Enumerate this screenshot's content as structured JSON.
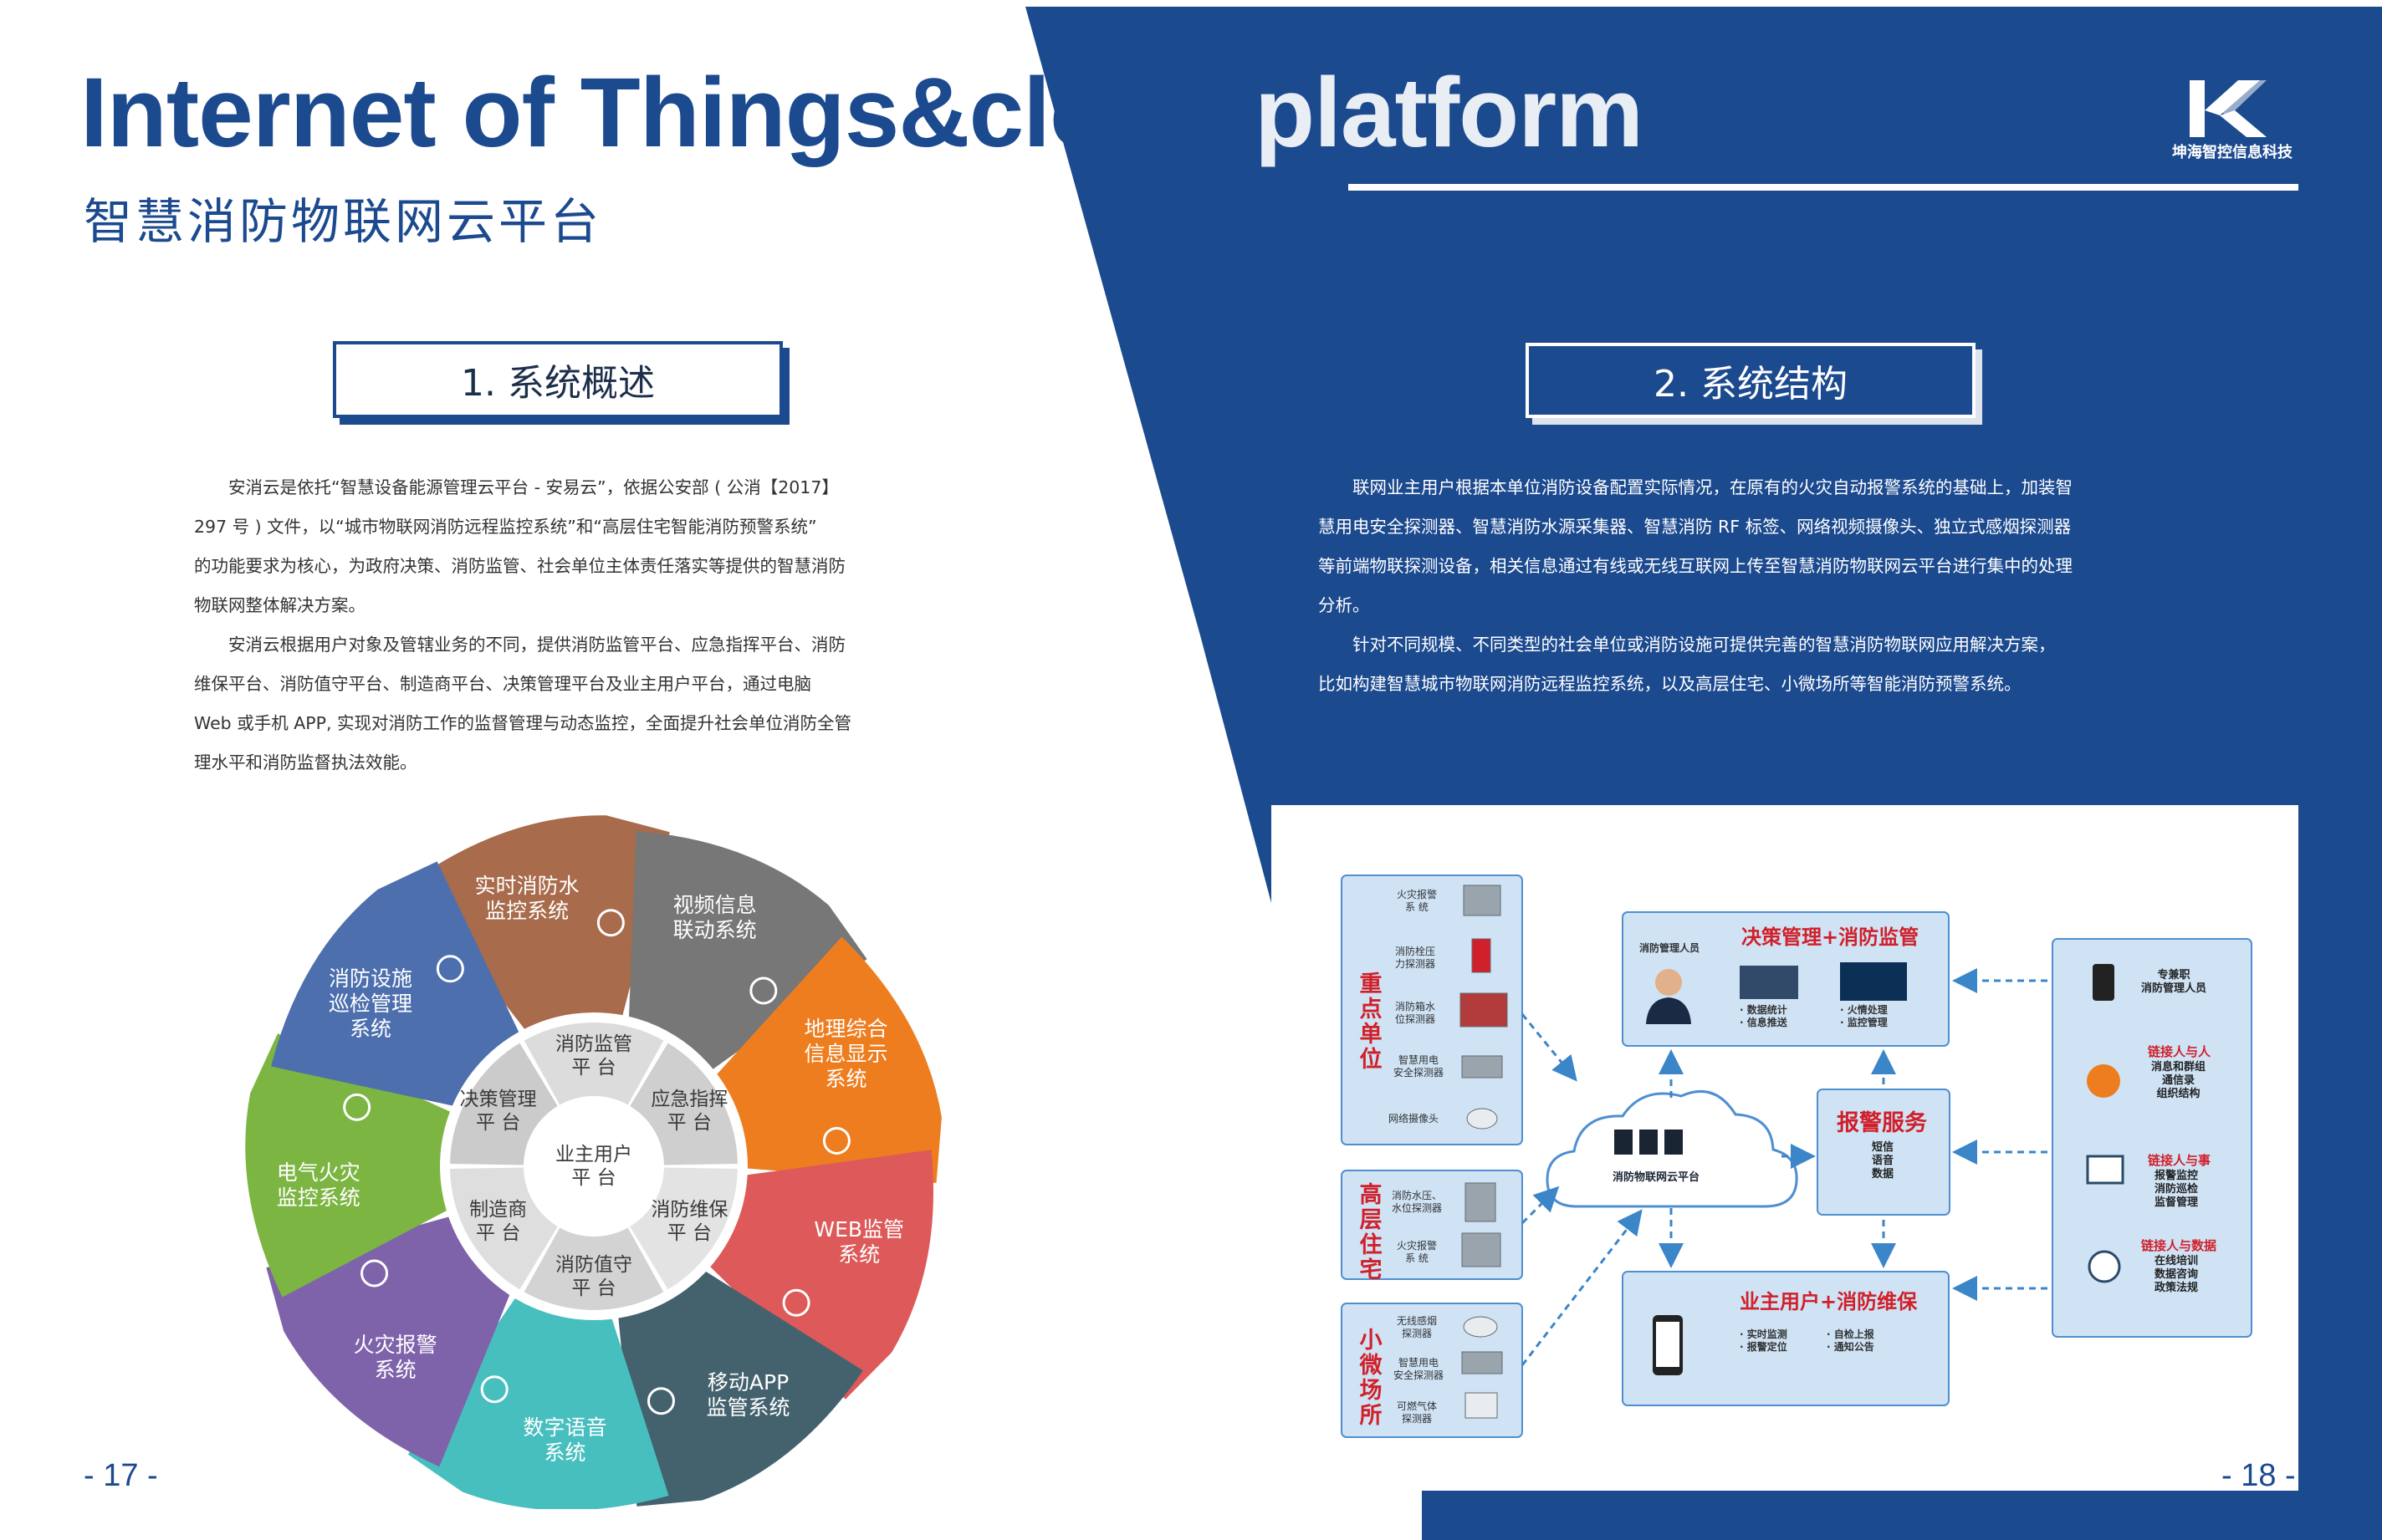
{
  "header": {
    "title_en_part1": "Internet of Things&cloud",
    "title_en_part2": " platform",
    "title_cn": "智慧消防物联网云平台",
    "logo_text": "坤海智控信息科技"
  },
  "left_page": {
    "section_title": "1. 系统概述",
    "para_lines": [
      "　　安消云是依托“智慧设备能源管理云平台 - 安易云”，依据公安部 ( 公消【2017】",
      "297 号 ) 文件，以“城市物联网消防远程监控系统”和“高层住宅智能消防预警系统”",
      "的功能要求为核心，为政府决策、消防监管、社会单位主体责任落实等提供的智慧消防",
      "物联网整体解决方案。",
      "　　安消云根据用户对象及管辖业务的不同，提供消防监管平台、应急指挥平台、消防",
      "维保平台、消防值守平台、制造商平台、决策管理平台及业主用户平台，通过电脑",
      "Web 或手机 APP, 实现对消防工作的监督管理与动态监控，全面提升社会单位消防全管",
      "理水平和消防监督执法效能。"
    ],
    "page_number": "- 17 -"
  },
  "wheel": {
    "outer": [
      {
        "label": "实时消防水\n监控系统",
        "icon": "fire-hydrant-icon",
        "color": "#a86b4b"
      },
      {
        "label": "视频信息\n联动系统",
        "icon": "share-nodes-icon",
        "color": "#777777"
      },
      {
        "label": "地理综合\n信息显示\n系统",
        "icon": "location-pin-icon",
        "color": "#ee7d1f"
      },
      {
        "label": "WEB监管\n系统",
        "icon": "globe-icon",
        "color": "#de5959"
      },
      {
        "label": "移动APP\n监管系统",
        "icon": "tablet-icon",
        "color": "#44626e"
      },
      {
        "label": "数字语音\n系统",
        "icon": "microphone-icon",
        "color": "#47bfbf"
      },
      {
        "label": "火灾报警\n系统",
        "icon": "alarm-bell-icon",
        "color": "#7e63ab"
      },
      {
        "label": "电气火灾\n监控系统",
        "icon": "power-monitor-icon",
        "color": "#7cb542"
      },
      {
        "label": "消防设施\n巡检管理\n系统",
        "icon": "map-pin-icon",
        "color": "#4d6fae"
      }
    ],
    "inner": [
      {
        "label": "消防监管\n平 台"
      },
      {
        "label": "应急指挥\n平 台"
      },
      {
        "label": "消防维保\n平 台"
      },
      {
        "label": "消防值守\n平 台"
      },
      {
        "label": "制造商\n平 台"
      },
      {
        "label": "决策管理\n平 台"
      }
    ],
    "center": "业主用户\n平 台"
  },
  "right_page": {
    "section_title": "2. 系统结构",
    "para_lines": [
      "　　联网业主用户根据本单位消防设备配置实际情况，在原有的火灾自动报警系统的基础上，加装智",
      "慧用电安全探测器、智慧消防水源采集器、智慧消防 RF 标签、网络视频摄像头、独立式感烟探测器",
      "等前端物联探测设备，相关信息通过有线或无线互联网上传至智慧消防物联网云平台进行集中的处理",
      "分析。",
      "　　针对不同规模、不同类型的社会单位或消防设施可提供完善的智慧消防物联网应用解决方案，",
      "比如构建智慧城市物联网消防远程监控系统，以及高层住宅、小微场所等智能消防预警系统。"
    ],
    "page_number": "- 18 -"
  },
  "diagram": {
    "groups": [
      {
        "title": "重点单位",
        "items": [
          "火灾报警\n系 统",
          "消防栓压\n力探测器",
          "消防箱水\n位探测器",
          "智慧用电\n安全探测器",
          "网络摄像头"
        ]
      },
      {
        "title": "高层住宅",
        "items": [
          "消防水压、\n水位探测器",
          "火灾报警\n系 统"
        ]
      },
      {
        "title": "小微场所",
        "items": [
          "无线感烟\n探测器",
          "智慧用电\n安全探测器",
          "可燃气体\n探测器"
        ]
      }
    ],
    "cloud_label": "消防物联网云平台",
    "decision_box": {
      "title": "决策管理+消防监管",
      "person": "消防管理人员",
      "sub1": "· 数据统计\n· 信息推送",
      "sub2": "· 火情处理\n· 监控管理"
    },
    "alarm_box": {
      "title": "报警服务",
      "items": "短信\n语音\n数据"
    },
    "owner_box": {
      "title": "业主用户+消防维保",
      "sub1": "· 实时监测\n· 报警定位",
      "sub2": "· 自检上报\n· 通知公告"
    },
    "right_panel": [
      {
        "title": "",
        "text": "专兼职\n消防管理人员"
      },
      {
        "title": "链接人与人",
        "text": "消息和群组\n通信录\n组织结构"
      },
      {
        "title": "链接人与事",
        "text": "报警监控\n消防巡检\n监督管理"
      },
      {
        "title": "链接人与数据",
        "text": "在线培训\n数据咨询\n政策法规"
      }
    ]
  },
  "colors": {
    "brand_blue": "#1c4a8f",
    "diagram_fill": "#cfe3f5",
    "diagram_border": "#4f8fd0",
    "diagram_red": "#d0202a"
  }
}
